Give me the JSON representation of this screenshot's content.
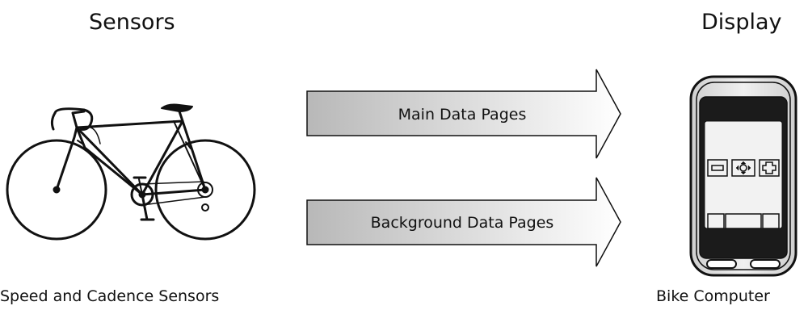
{
  "headings": {
    "left": "Sensors",
    "right": "Display"
  },
  "captions": {
    "left": "Speed and Cadence Sensors",
    "right": "Bike Computer"
  },
  "arrows": [
    {
      "label": "Main Data Pages"
    },
    {
      "label": "Background Data Pages"
    }
  ],
  "icons": {
    "sensor": "bicycle-icon",
    "display": "bike-computer-icon",
    "buttons": [
      "minus-button-icon",
      "navigation-button-icon",
      "plus-button-icon"
    ]
  },
  "colors": {
    "stroke": "#111111",
    "arrow_gradient_start": "#b8b8b8",
    "arrow_gradient_end": "#ffffff",
    "device_body": "#e6e6e6",
    "screen": "#f2f2f2"
  }
}
